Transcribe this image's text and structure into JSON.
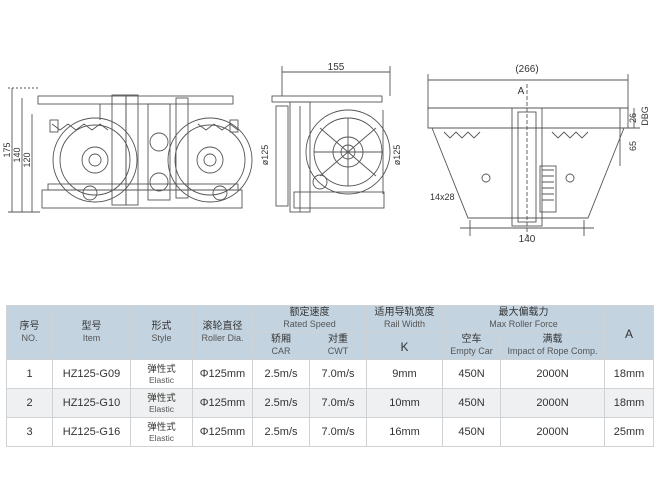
{
  "drawing": {
    "front": {
      "dim_175": "175",
      "dim_140": "140",
      "dim_120": "120"
    },
    "side": {
      "dim_155": "155",
      "dia_left": "ø125",
      "dia_right": "ø125"
    },
    "top": {
      "dim_266": "(266)",
      "label_a": "A",
      "dim_dbg": "DBG",
      "dim_26": "26",
      "dim_65": "65",
      "dim_14x28": "14x28",
      "dim_140": "140"
    }
  },
  "table": {
    "headers": {
      "no": {
        "zh": "序号",
        "en": "NO."
      },
      "model": {
        "zh": "型号",
        "en": "Item"
      },
      "style": {
        "zh": "形式",
        "en": "Style"
      },
      "roller": {
        "zh": "滚轮直径",
        "en": "Roller Dia."
      },
      "speed": {
        "zh": "额定速度",
        "en": "Rated Speed"
      },
      "car": {
        "zh": "轿厢",
        "en": "CAR"
      },
      "cwt": {
        "zh": "对重",
        "en": "CWT"
      },
      "rail": {
        "zh": "适用导轨宽度",
        "en": "Rail Width"
      },
      "k": "K",
      "force": {
        "zh": "最大偏载力",
        "en": "Max Roller Force"
      },
      "empty": {
        "zh": "空车",
        "en": "Empty Car"
      },
      "full": {
        "zh": "满载",
        "en": "Impact of Rope Comp."
      },
      "a": "A"
    },
    "rows": [
      {
        "no": "1",
        "model": "HZ125-G09",
        "style_zh": "弹性式",
        "style_en": "Elastic",
        "roller": "Φ125mm",
        "car": "2.5m/s",
        "cwt": "7.0m/s",
        "k": "9mm",
        "empty": "450N",
        "full": "2000N",
        "a": "18mm"
      },
      {
        "no": "2",
        "model": "HZ125-G10",
        "style_zh": "弹性式",
        "style_en": "Elastic",
        "roller": "Φ125mm",
        "car": "2.5m/s",
        "cwt": "7.0m/s",
        "k": "10mm",
        "empty": "450N",
        "full": "2000N",
        "a": "18mm"
      },
      {
        "no": "3",
        "model": "HZ125-G16",
        "style_zh": "弹性式",
        "style_en": "Elastic",
        "roller": "Φ125mm",
        "car": "2.5m/s",
        "cwt": "7.0m/s",
        "k": "16mm",
        "empty": "450N",
        "full": "2000N",
        "a": "25mm"
      }
    ]
  }
}
